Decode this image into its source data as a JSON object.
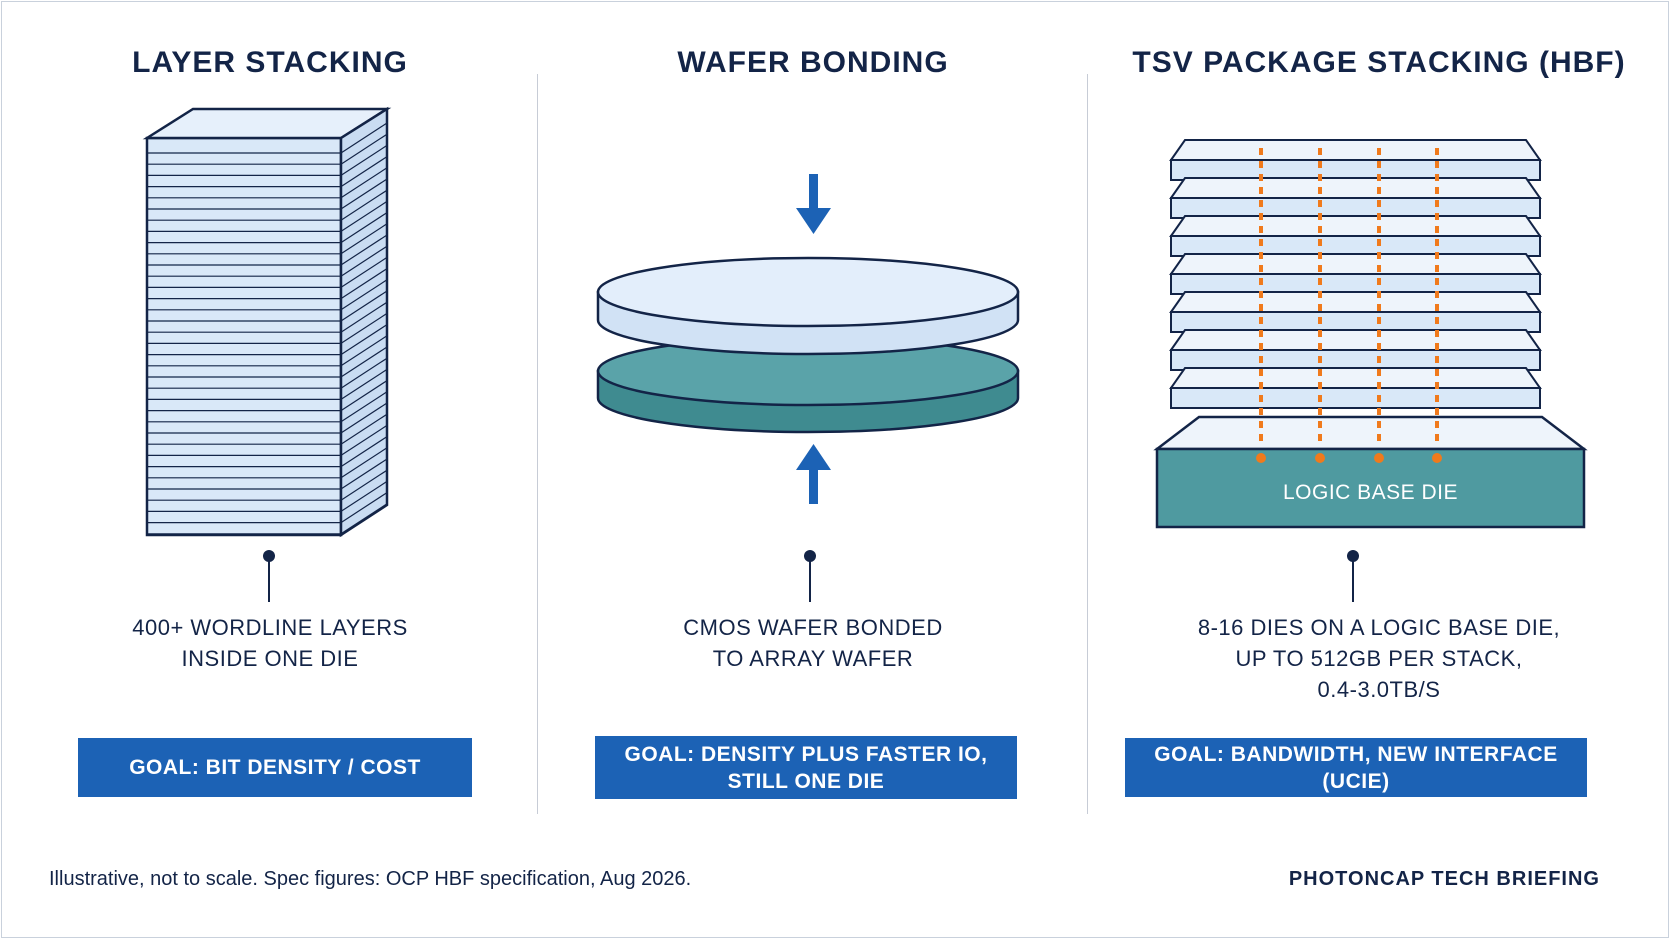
{
  "columns": [
    {
      "title": "LAYER STACKING",
      "description_lines": [
        "400+ WORDLINE LAYERS",
        "INSIDE ONE DIE"
      ],
      "goal": "GOAL: BIT DENSITY / COST"
    },
    {
      "title": "WAFER BONDING",
      "description_lines": [
        "CMOS WAFER BONDED",
        "TO ARRAY WAFER"
      ],
      "goal_lines": [
        "GOAL: DENSITY PLUS FASTER IO,",
        "STILL ONE DIE"
      ]
    },
    {
      "title": "TSV PACKAGE STACKING (HBF)",
      "base_die_label": "LOGIC BASE DIE",
      "description_lines": [
        "8-16 DIES ON A LOGIC BASE DIE,",
        "UP TO 512GB PER STACK,",
        "0.4-3.0TB/S"
      ],
      "goal": "GOAL: BANDWIDTH, NEW INTERFACE (UCIE)"
    }
  ],
  "footer": {
    "note": "Illustrative, not to scale. Spec figures: OCP HBF specification, Aug 2026.",
    "brand": "PHOTONCAP TECH BRIEFING"
  },
  "colors": {
    "navy": "#132447",
    "light_blue": "#d9e8f8",
    "teal": "#4f9aa0",
    "accent_blue": "#1c62b5",
    "orange": "#f07a1c"
  }
}
